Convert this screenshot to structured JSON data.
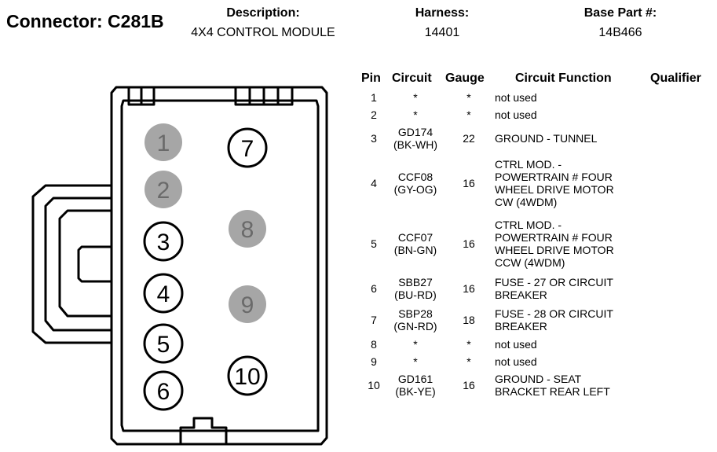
{
  "header": {
    "connector": "Connector: C281B",
    "description_label": "Description:",
    "description_value": "4X4 CONTROL MODULE",
    "harness_label": "Harness:",
    "harness_value": "14401",
    "base_part_label": "Base Part #:",
    "base_part_value": "14B466"
  },
  "table": {
    "headers": {
      "pin": "Pin",
      "circuit": "Circuit",
      "gauge": "Gauge",
      "function": "Circuit Function",
      "qualifier": "Qualifier"
    },
    "rows": [
      {
        "pin": "1",
        "circuit": [
          "*"
        ],
        "gauge": "*",
        "function": [
          "not used"
        ]
      },
      {
        "pin": "2",
        "circuit": [
          "*"
        ],
        "gauge": "*",
        "function": [
          "not used"
        ]
      },
      {
        "pin": "3",
        "circuit": [
          "GD174",
          "(BK-WH)"
        ],
        "gauge": "22",
        "function": [
          "GROUND - TUNNEL"
        ]
      },
      {
        "pin": "4",
        "circuit": [
          "CCF08",
          "(GY-OG)"
        ],
        "gauge": "16",
        "function": [
          "CTRL MOD. -",
          "POWERTRAIN # FOUR",
          "WHEEL DRIVE MOTOR",
          "CW (4WDM)"
        ]
      },
      {
        "pin": "5",
        "circuit": [
          "CCF07",
          "(BN-GN)"
        ],
        "gauge": "16",
        "function": [
          "CTRL MOD. -",
          "POWERTRAIN # FOUR",
          "WHEEL DRIVE MOTOR",
          "CCW (4WDM)"
        ]
      },
      {
        "pin": "6",
        "circuit": [
          "SBB27",
          "(BU-RD)"
        ],
        "gauge": "16",
        "function": [
          "FUSE - 27 OR CIRCUIT",
          "BREAKER"
        ]
      },
      {
        "pin": "7",
        "circuit": [
          "SBP28",
          "(GN-RD)"
        ],
        "gauge": "18",
        "function": [
          "FUSE - 28 OR CIRCUIT",
          "BREAKER"
        ]
      },
      {
        "pin": "8",
        "circuit": [
          "*"
        ],
        "gauge": "*",
        "function": [
          "not used"
        ]
      },
      {
        "pin": "9",
        "circuit": [
          "*"
        ],
        "gauge": "*",
        "function": [
          "not used"
        ]
      },
      {
        "pin": "10",
        "circuit": [
          "GD161",
          "(BK-YE)"
        ],
        "gauge": "16",
        "function": [
          "GROUND - SEAT",
          "BRACKET REAR LEFT"
        ]
      }
    ]
  },
  "connector_pins": [
    {
      "label": "1",
      "used": false
    },
    {
      "label": "2",
      "used": false
    },
    {
      "label": "3",
      "used": true
    },
    {
      "label": "4",
      "used": true
    },
    {
      "label": "5",
      "used": true
    },
    {
      "label": "6",
      "used": true
    },
    {
      "label": "7",
      "used": true
    },
    {
      "label": "8",
      "used": false
    },
    {
      "label": "9",
      "used": false
    },
    {
      "label": "10",
      "used": true
    }
  ],
  "colors": {
    "unused_pin_fill": "#a6a6a6",
    "outline": "#000000"
  }
}
